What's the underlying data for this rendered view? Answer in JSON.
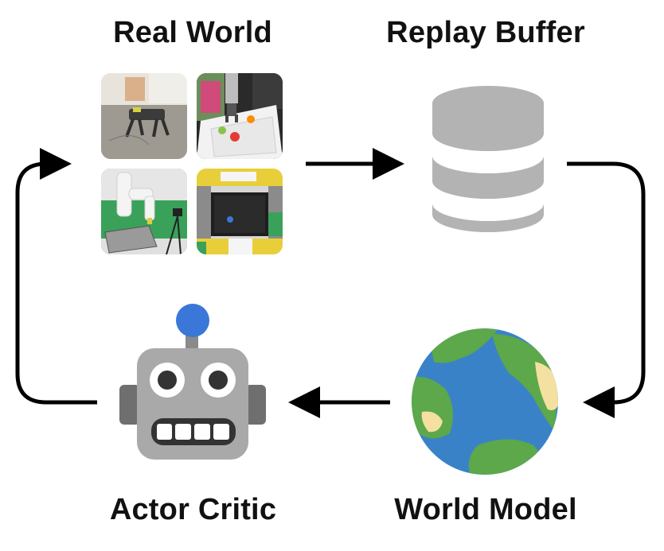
{
  "nodes": {
    "real_world": {
      "label": "Real World"
    },
    "replay_buffer": {
      "label": "Replay Buffer"
    },
    "world_model": {
      "label": "World Model"
    },
    "actor_critic": {
      "label": "Actor Critic"
    }
  },
  "edges": [
    {
      "from": "real_world",
      "to": "replay_buffer"
    },
    {
      "from": "replay_buffer",
      "to": "world_model"
    },
    {
      "from": "world_model",
      "to": "actor_critic"
    },
    {
      "from": "actor_critic",
      "to": "real_world"
    }
  ],
  "photos": [
    {
      "icon": "quadruped-robot-photo"
    },
    {
      "icon": "robot-arm-fruit-photo"
    },
    {
      "icon": "robot-arm-tray-photo"
    },
    {
      "icon": "lego-maze-photo"
    }
  ],
  "colors": {
    "arrow": "#000000",
    "database": "#b3b3b3",
    "robot_head": "#a9a9a9",
    "robot_antenna": "#3a77d8",
    "globe_ocean": "#3a82c8",
    "globe_land": "#5ca84a",
    "globe_sand": "#f4e0a0"
  }
}
